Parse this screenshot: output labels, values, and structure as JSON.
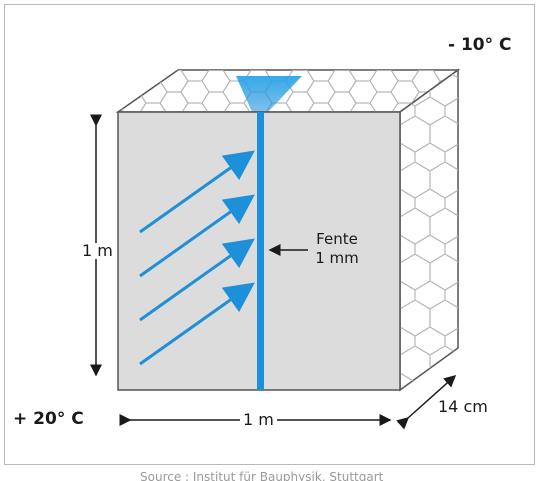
{
  "labels": {
    "temp_outside": "- 10° C",
    "temp_inside": "+ 20° C",
    "height": "1 m",
    "width": "1 m",
    "depth": "14 cm",
    "gap_line1": "Fente",
    "gap_line2": "1 mm"
  },
  "source": "Source : Institut für Bauphysik, Stuttgart",
  "colors": {
    "accent_blue": "#1e8fd9",
    "front_face": "#dcdcdc",
    "insulation_face": "#ffffff",
    "outline": "#555555"
  },
  "icons": {
    "airflow": "arrow-right-up",
    "dimension": "double-arrow"
  }
}
